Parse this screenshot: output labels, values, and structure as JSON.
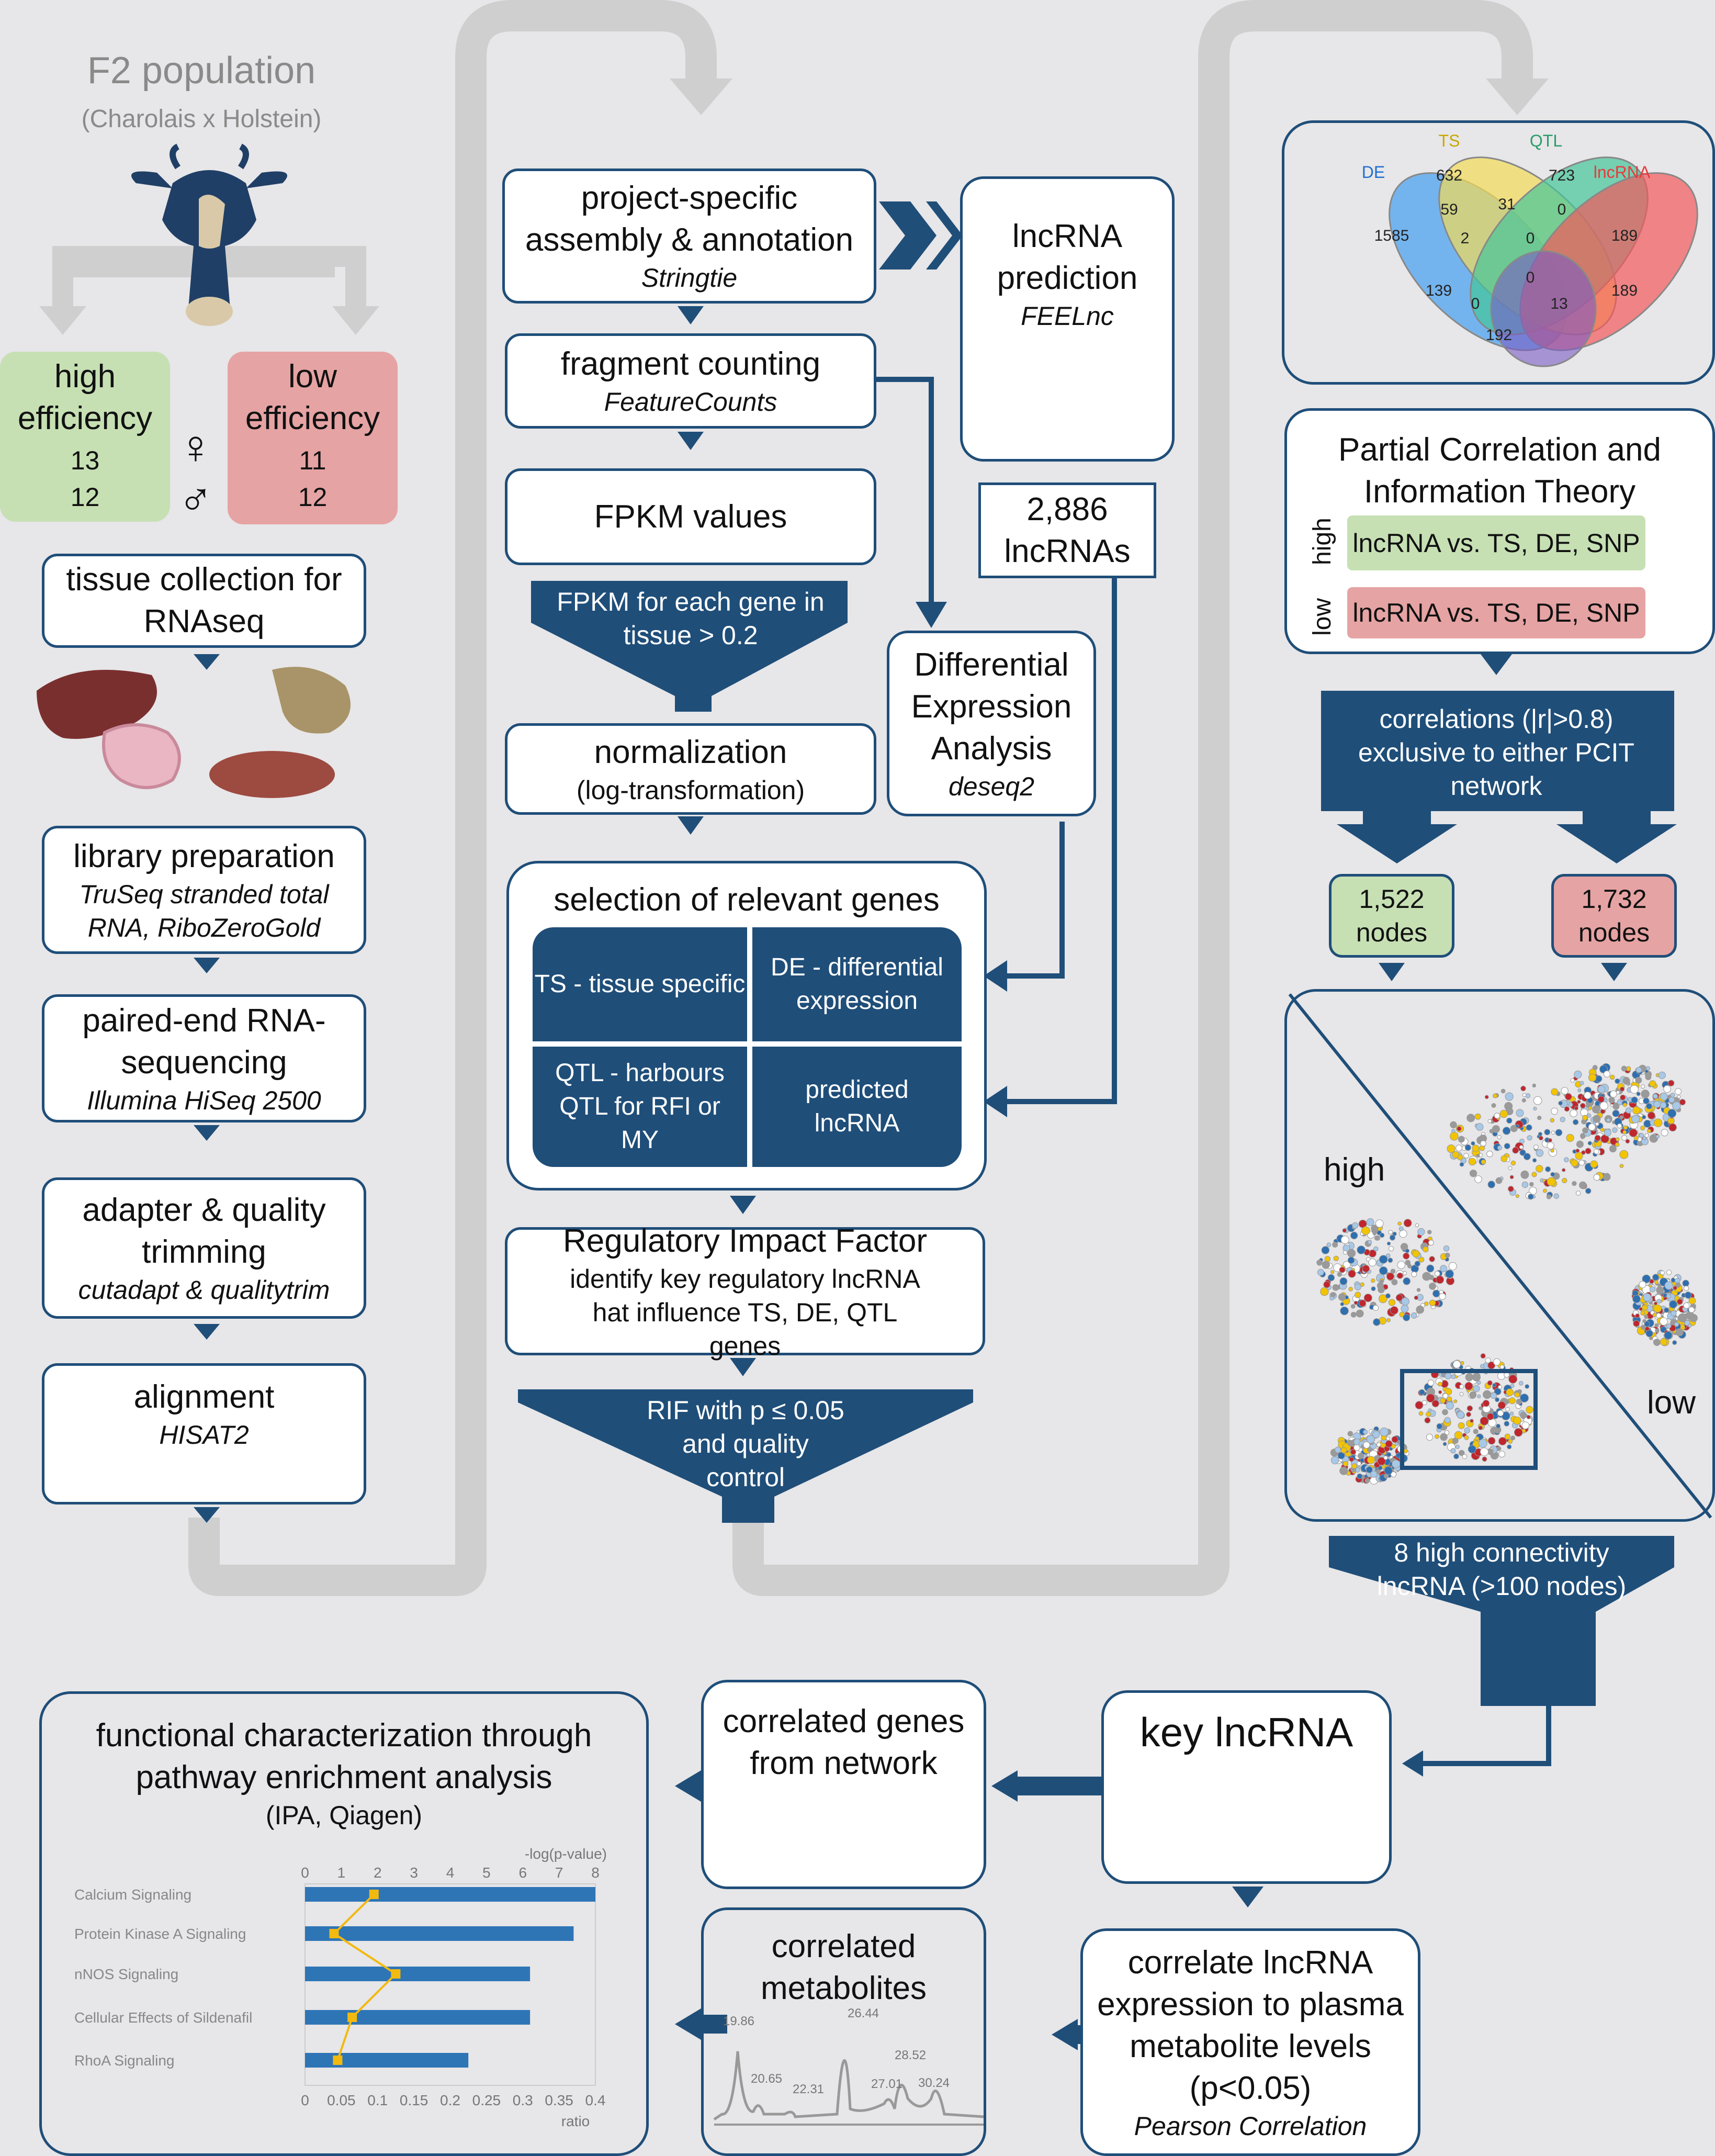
{
  "population": {
    "title": "F2 population",
    "subtitle": "(Charolais x Holstein)"
  },
  "groups": {
    "high": {
      "label": "high efficiency",
      "female": "13",
      "male": "12"
    },
    "low": {
      "label": "low efficiency",
      "female": "11",
      "male": "12"
    },
    "female_symbol": "♀",
    "male_symbol": "♂"
  },
  "left_steps": {
    "tissue": {
      "title": "tissue collection for RNAseq"
    },
    "library": {
      "title": "library preparation",
      "detail": "TruSeq stranded total RNA, RiboZeroGold"
    },
    "sequencing": {
      "title": "paired-end RNA-sequencing",
      "detail": "Illumina HiSeq 2500"
    },
    "trimming": {
      "title": "adapter & quality trimming",
      "detail": "cutadapt & qualitytrim"
    },
    "alignment": {
      "title": "alignment",
      "detail": "HISAT2"
    }
  },
  "middle_steps": {
    "assembly": {
      "title": "project-specific assembly & annotation",
      "detail": "Stringtie"
    },
    "counting": {
      "title": "fragment counting",
      "detail": "FeatureCounts"
    },
    "fpkm": {
      "title": "FPKM values"
    },
    "fpkm_filter": "FPKM for each gene in tissue > 0.2",
    "normalization": {
      "title": "normalization",
      "detail": "(log-transformation)"
    },
    "selection": {
      "title": "selection of relevant genes",
      "tiles": [
        "TS - tissue specific",
        "DE - differential expression",
        "QTL - harbours QTL for RFI or MY",
        "predicted lncRNA"
      ]
    },
    "rif": {
      "title": "Regulatory Impact Factor",
      "detail": "identify key regulatory lncRNA hat influence TS, DE, QTL genes"
    },
    "rif_filter": "RIF with p ≤ 0.05 and quality control"
  },
  "lncrna": {
    "title": "lncRNA prediction",
    "detail": "FEELnc",
    "count": "2,886 lncRNAs"
  },
  "de_analysis": {
    "title": "Differential Expression Analysis",
    "detail": "deseq2"
  },
  "venn": {
    "set_labels": [
      "DE",
      "TS",
      "QTL",
      "lncRNA"
    ],
    "set_colors": [
      "#1f6fd1",
      "#c9a800",
      "#2a9d6a",
      "#e8393a"
    ],
    "values": [
      "632",
      "723",
      "1585",
      "59",
      "31",
      "0",
      "189",
      "2",
      "0",
      "139",
      "0",
      "189",
      "13",
      "0",
      "192"
    ]
  },
  "pcit": {
    "title": "Partial Correlation and Information Theory",
    "high_label": "high",
    "low_label": "low",
    "high_text": "lncRNA vs. TS, DE, SNP",
    "low_text": "lncRNA vs. TS, DE, SNP",
    "filter": "correlations (|r|>0.8) exclusive to either PCIT network",
    "high_nodes": "1,522 nodes",
    "low_nodes": "1,732 nodes"
  },
  "network": {
    "high_label": "high",
    "low_label": "low"
  },
  "connectivity_filter": "8 high connectivity lncRNA (>100 nodes)",
  "key": {
    "title": "key lncRNA"
  },
  "correlated_genes": {
    "title": "correlated genes from network"
  },
  "correlate_metab": {
    "title": "correlate lncRNA expression to plasma metabolite levels (p<0.05)",
    "detail": "Pearson Correlation"
  },
  "correlated_metabolites": {
    "title": "correlated metabolites",
    "peaks": [
      "19.86",
      "20.65",
      "22.31",
      "26.44",
      "27.01",
      "28.52",
      "30.24"
    ]
  },
  "functional": {
    "title": "functional characterization through pathway enrichment analysis",
    "detail": "(IPA, Qiagen)"
  },
  "colors": {
    "navy": "#1f4e79",
    "green": "#c6e0b4",
    "red": "#e6a3a3",
    "grey_arrow": "#cfcfcf",
    "bar": "#2e75b6",
    "ratio_line": "#f2b90f"
  },
  "chart_data": {
    "type": "bar",
    "categories": [
      "Calcium Signaling",
      "Protein Kinase A Signaling",
      "nNOS Signaling",
      "Cellular Effects of Sildenafil",
      "RhoA Signaling"
    ],
    "series": [
      {
        "values": [
          8.0,
          7.4,
          6.2,
          6.2,
          4.5
        ]
      },
      {
        "values": [
          0.095,
          0.04,
          0.125,
          0.065,
          0.045
        ]
      }
    ],
    "top_axis": {
      "label": "-log(p-value)",
      "ticks": [
        "0",
        "1",
        "2",
        "3",
        "4",
        "5",
        "6",
        "7",
        "8"
      ],
      "range": [
        0,
        8
      ]
    },
    "bottom_axis": {
      "label": "ratio",
      "ticks": [
        "0",
        "0.05",
        "0.1",
        "0.15",
        "0.2",
        "0.25",
        "0.3",
        "0.35",
        "0.4"
      ],
      "range": [
        0,
        0.4
      ]
    }
  }
}
